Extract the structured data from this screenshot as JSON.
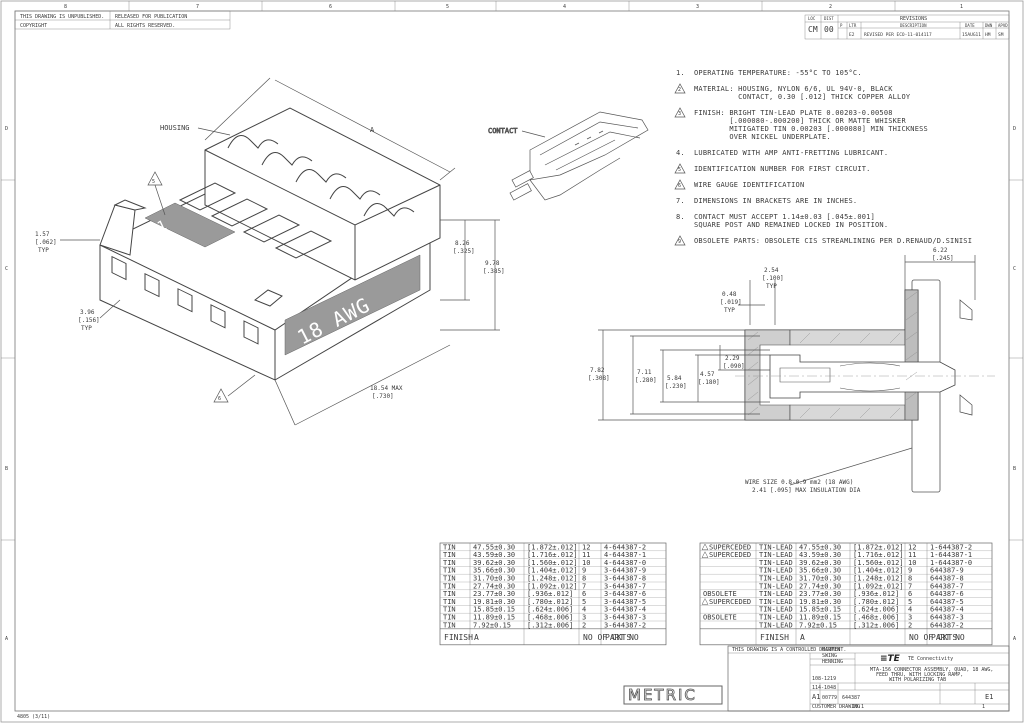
{
  "border": {
    "top_zones": [
      "8",
      "7",
      "6",
      "5",
      "4",
      "3",
      "2",
      "1"
    ],
    "side_zones": [
      "D",
      "C",
      "B",
      "A"
    ]
  },
  "header_block": {
    "line1": "THIS DRAWING IS UNPUBLISHED.",
    "line1b": "RELEASED FOR PUBLICATION",
    "line2": "COPYRIGHT",
    "line2b": "ALL RIGHTS RESERVED."
  },
  "revisions": {
    "title": "REVISIONS",
    "dist": "DIST",
    "dist_val": "00",
    "loc": "LOC",
    "loc_val": "CM",
    "cols": [
      "P",
      "LTR",
      "DESCRIPTION",
      "DATE",
      "DWN",
      "APVD"
    ],
    "row": {
      "p": "",
      "ltr": "E2",
      "desc": "REVISED PER ECO-11-014117",
      "date": "15AUG11",
      "dwn": "HM",
      "apvd": "SM"
    }
  },
  "labels": {
    "housing": "HOUSING",
    "contact": "CONTACT",
    "position_one": "1",
    "awg_label": "18 AWG",
    "dim_a": "A",
    "tri1": "5",
    "tri2": "6",
    "wire_size_1": "WIRE SIZE 0.8-0.9 mm2  (18 AWG)",
    "wire_size_2": "2.41 [.095] MAX INSULATION DIA"
  },
  "dims_iso": [
    {
      "v": "1.57",
      "i": "[.062]",
      "t": "TYP"
    },
    {
      "v": "3.96",
      "i": "[.156]",
      "t": "TYP"
    },
    {
      "v": "8.26",
      "i": "[.325]",
      "t": ""
    },
    {
      "v": "9.78",
      "i": "[.385]",
      "t": ""
    },
    {
      "v": "18.54 MAX",
      "i": "[.730]",
      "t": ""
    }
  ],
  "dims_section": [
    {
      "v": "6.22",
      "i": "[.245]",
      "t": ""
    },
    {
      "v": "2.54",
      "i": "[.100]",
      "t": "TYP"
    },
    {
      "v": "0.48",
      "i": "[.019]",
      "t": "TYP"
    },
    {
      "v": "2.29",
      "i": "[.090]",
      "t": ""
    },
    {
      "v": "7.82",
      "i": "[.308]",
      "t": ""
    },
    {
      "v": "7.11",
      "i": "[.280]",
      "t": ""
    },
    {
      "v": "5.84",
      "i": "[.230]",
      "t": ""
    },
    {
      "v": "4.57",
      "i": "[.180]",
      "t": ""
    }
  ],
  "notes": [
    {
      "n": "1.",
      "tri": false,
      "lines": [
        "OPERATING TEMPERATURE: -55°C TO 105°C."
      ]
    },
    {
      "n": "2",
      "tri": true,
      "lines": [
        "MATERIAL: HOUSING, NYLON 6/6, UL 94V-0, BLACK",
        "          CONTACT, 0.30 [.012] THICK COPPER ALLOY"
      ]
    },
    {
      "n": "3",
      "tri": true,
      "lines": [
        "FINISH: BRIGHT TIN-LEAD PLATE 0.00203-0.00508",
        "        [.000080-.000200] THICK OR MATTE WHISKER",
        "        MITIGATED TIN 0.00203 [.000080] MIN THICKNESS",
        "        OVER NICKEL UNDERPLATE."
      ]
    },
    {
      "n": "4.",
      "tri": false,
      "lines": [
        "LUBRICATED WITH AMP ANTI-FRETTING LUBRICANT."
      ]
    },
    {
      "n": "5",
      "tri": true,
      "lines": [
        "IDENTIFICATION NUMBER FOR FIRST CIRCUIT."
      ]
    },
    {
      "n": "6",
      "tri": true,
      "lines": [
        "WIRE GAUGE IDENTIFICATION"
      ]
    },
    {
      "n": "7.",
      "tri": false,
      "lines": [
        "DIMENSIONS IN BRACKETS ARE IN INCHES."
      ]
    },
    {
      "n": "8.",
      "tri": false,
      "lines": [
        "CONTACT MUST ACCEPT 1.14±0.03 [.045±.001]",
        "SQUARE POST AND REMAINED LOCKED IN POSITION."
      ]
    },
    {
      "n": "9",
      "tri": true,
      "lines": [
        "OBSOLETE PARTS: OBSOLETE CIS STREAMLINING PER D.RENAUD/D.SINISI"
      ]
    }
  ],
  "table_left": {
    "headers": [
      "FINISH",
      "A",
      "",
      "NO OF CKTS",
      "PART NO"
    ],
    "rows": [
      {
        "finish": "TIN",
        "a": "47.55±0.30",
        "in": "[1.872±.012]",
        "ckts": "12",
        "part": "4-644387-2"
      },
      {
        "finish": "TIN",
        "a": "43.59±0.30",
        "in": "[1.716±.012]",
        "ckts": "11",
        "part": "4-644387-1"
      },
      {
        "finish": "TIN",
        "a": "39.62±0.30",
        "in": "[1.560±.012]",
        "ckts": "10",
        "part": "4-644387-0"
      },
      {
        "finish": "TIN",
        "a": "35.66±0.30",
        "in": "[1.404±.012]",
        "ckts": "9",
        "part": "3-644387-9"
      },
      {
        "finish": "TIN",
        "a": "31.70±0.30",
        "in": "[1.248±.012]",
        "ckts": "8",
        "part": "3-644387-8"
      },
      {
        "finish": "TIN",
        "a": "27.74±0.30",
        "in": "[1.092±.012]",
        "ckts": "7",
        "part": "3-644387-7"
      },
      {
        "finish": "TIN",
        "a": "23.77±0.30",
        "in": "[.936±.012]",
        "ckts": "6",
        "part": "3-644387-6"
      },
      {
        "finish": "TIN",
        "a": "19.81±0.30",
        "in": "[.780±.012]",
        "ckts": "5",
        "part": "3-644387-5"
      },
      {
        "finish": "TIN",
        "a": "15.85±0.15",
        "in": "[.624±.006]",
        "ckts": "4",
        "part": "3-644387-4"
      },
      {
        "finish": "TIN",
        "a": "11.89±0.15",
        "in": "[.468±.006]",
        "ckts": "3",
        "part": "3-644387-3"
      },
      {
        "finish": "TIN",
        "a": "7.92±0.15",
        "in": "[.312±.006]",
        "ckts": "2",
        "part": "3-644387-2"
      }
    ]
  },
  "table_right": {
    "headers": [
      "",
      "FINISH",
      "A",
      "",
      "NO OF CKTS",
      "PART NO"
    ],
    "rows": [
      {
        "status": "SUPERCEDED",
        "tri": true,
        "finish": "TIN-LEAD",
        "a": "47.55±0.30",
        "in": "[1.872±.012]",
        "ckts": "12",
        "part": "1-644387-2"
      },
      {
        "status": "SUPERCEDED",
        "tri": true,
        "finish": "TIN-LEAD",
        "a": "43.59±0.30",
        "in": "[1.716±.012]",
        "ckts": "11",
        "part": "1-644387-1"
      },
      {
        "status": "",
        "tri": false,
        "finish": "TIN-LEAD",
        "a": "39.62±0.30",
        "in": "[1.560±.012]",
        "ckts": "10",
        "part": "1-644387-0"
      },
      {
        "status": "",
        "tri": false,
        "finish": "TIN-LEAD",
        "a": "35.66±0.30",
        "in": "[1.404±.012]",
        "ckts": "9",
        "part": "644387-9"
      },
      {
        "status": "",
        "tri": false,
        "finish": "TIN-LEAD",
        "a": "31.70±0.30",
        "in": "[1.248±.012]",
        "ckts": "8",
        "part": "644387-8"
      },
      {
        "status": "",
        "tri": false,
        "finish": "TIN-LEAD",
        "a": "27.74±0.30",
        "in": "[1.092±.012]",
        "ckts": "7",
        "part": "644387-7"
      },
      {
        "status": "OBSOLETE",
        "tri": false,
        "finish": "TIN-LEAD",
        "a": "23.77±0.30",
        "in": "[.936±.012]",
        "ckts": "6",
        "part": "644387-6"
      },
      {
        "status": "SUPERCEDED",
        "tri": true,
        "finish": "TIN-LEAD",
        "a": "19.81±0.30",
        "in": "[.780±.012]",
        "ckts": "5",
        "part": "644387-5"
      },
      {
        "status": "",
        "tri": false,
        "finish": "TIN-LEAD",
        "a": "15.85±0.15",
        "in": "[.624±.006]",
        "ckts": "4",
        "part": "644387-4"
      },
      {
        "status": "OBSOLETE",
        "tri": false,
        "finish": "TIN-LEAD",
        "a": "11.89±0.15",
        "in": "[.468±.006]",
        "ckts": "3",
        "part": "644387-3"
      },
      {
        "status": "",
        "tri": false,
        "finish": "TIN-LEAD",
        "a": "7.92±0.15",
        "in": "[.312±.006]",
        "ckts": "2",
        "part": "644387-2"
      }
    ]
  },
  "title_block": {
    "controlled": "THIS DRAWING IS A CONTROLLED DOCUMENT.",
    "dwn": "MARTIN",
    "chk": "SWING",
    "appvd": "HENNING",
    "company": "TE Connectivity",
    "title_lines": [
      "MTA-156 CONNECTOR ASSEMBLY, QUAD, 18 AWG,",
      "FEED THRU, WITH LOCKING RAMP,",
      "WITH POLARIZING TAB"
    ],
    "spec1": "108-1219",
    "spec2": "114-1048",
    "size": "A1",
    "cage": "00779",
    "dwg_no": "644387",
    "rev": "E1",
    "scale": "10:1",
    "sheet": "1",
    "customer": "CUSTOMER DRAWING",
    "metric": "METRIC"
  },
  "footer": "4805 (3/11)"
}
